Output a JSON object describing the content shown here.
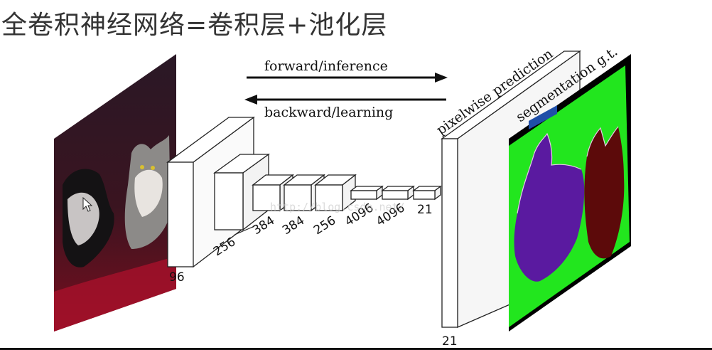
{
  "title": "全卷积神经网络=卷积层+池化层",
  "arrows": {
    "forward": "forward/inference",
    "backward": "backward/learning"
  },
  "layers": [
    "96",
    "256",
    "384",
    "384",
    "256",
    "4096",
    "4096",
    "21"
  ],
  "output": {
    "prediction_label": "pixelwise prediction",
    "gt_label": "segmentation g.t.",
    "channels": "21"
  },
  "watermark": "http://blog.csdn.net/",
  "colors": {
    "seg_background": "#22e61e",
    "seg_dog": "#5a1aa0",
    "seg_cat": "#5c0a0a",
    "seg_void": "#000000",
    "seg_marker": "#1f4fa8"
  }
}
